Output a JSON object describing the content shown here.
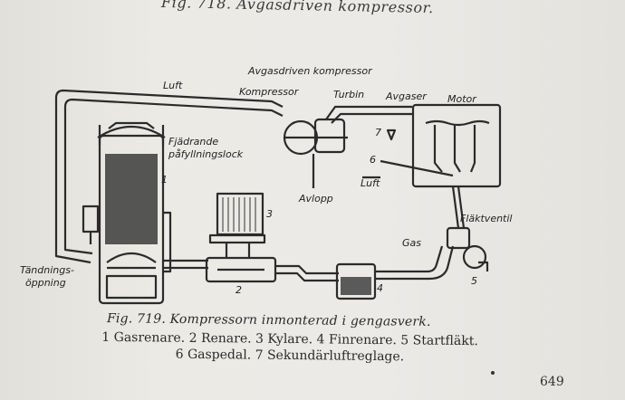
{
  "captions": {
    "top": "Fig. 718. Avgasdriven kompressor.",
    "figure": "Fig. 719. Kompressorn inmonterad i gengasverk.",
    "legend_line1": "1 Gasrenare. 2 Renare. 3 Kylare. 4 Finrenare. 5 Startfläkt.",
    "legend_line2": "6 Gaspedal. 7 Sekundärluftreglage."
  },
  "diagram_labels": {
    "luft_top": "Luft",
    "avgasdriven": "Avgasdriven kompressor",
    "kompressor": "Kompressor",
    "turbin": "Turbin",
    "avgaser": "Avgaser",
    "motor": "Motor",
    "fjadrande_1": "Fjädrande",
    "fjadrande_2": "påfyllningslock",
    "avlopp": "Avlopp",
    "luft_mid": "Luft",
    "flaktventil": "Fläktventil",
    "gas": "Gas",
    "tandnings_1": "Tändnings-",
    "tandnings_2": "öppning"
  },
  "numbers": {
    "n1": "1",
    "n2": "2",
    "n3": "3",
    "n4": "4",
    "n5": "5",
    "n6": "6",
    "n7": "7"
  },
  "page_number": "649"
}
